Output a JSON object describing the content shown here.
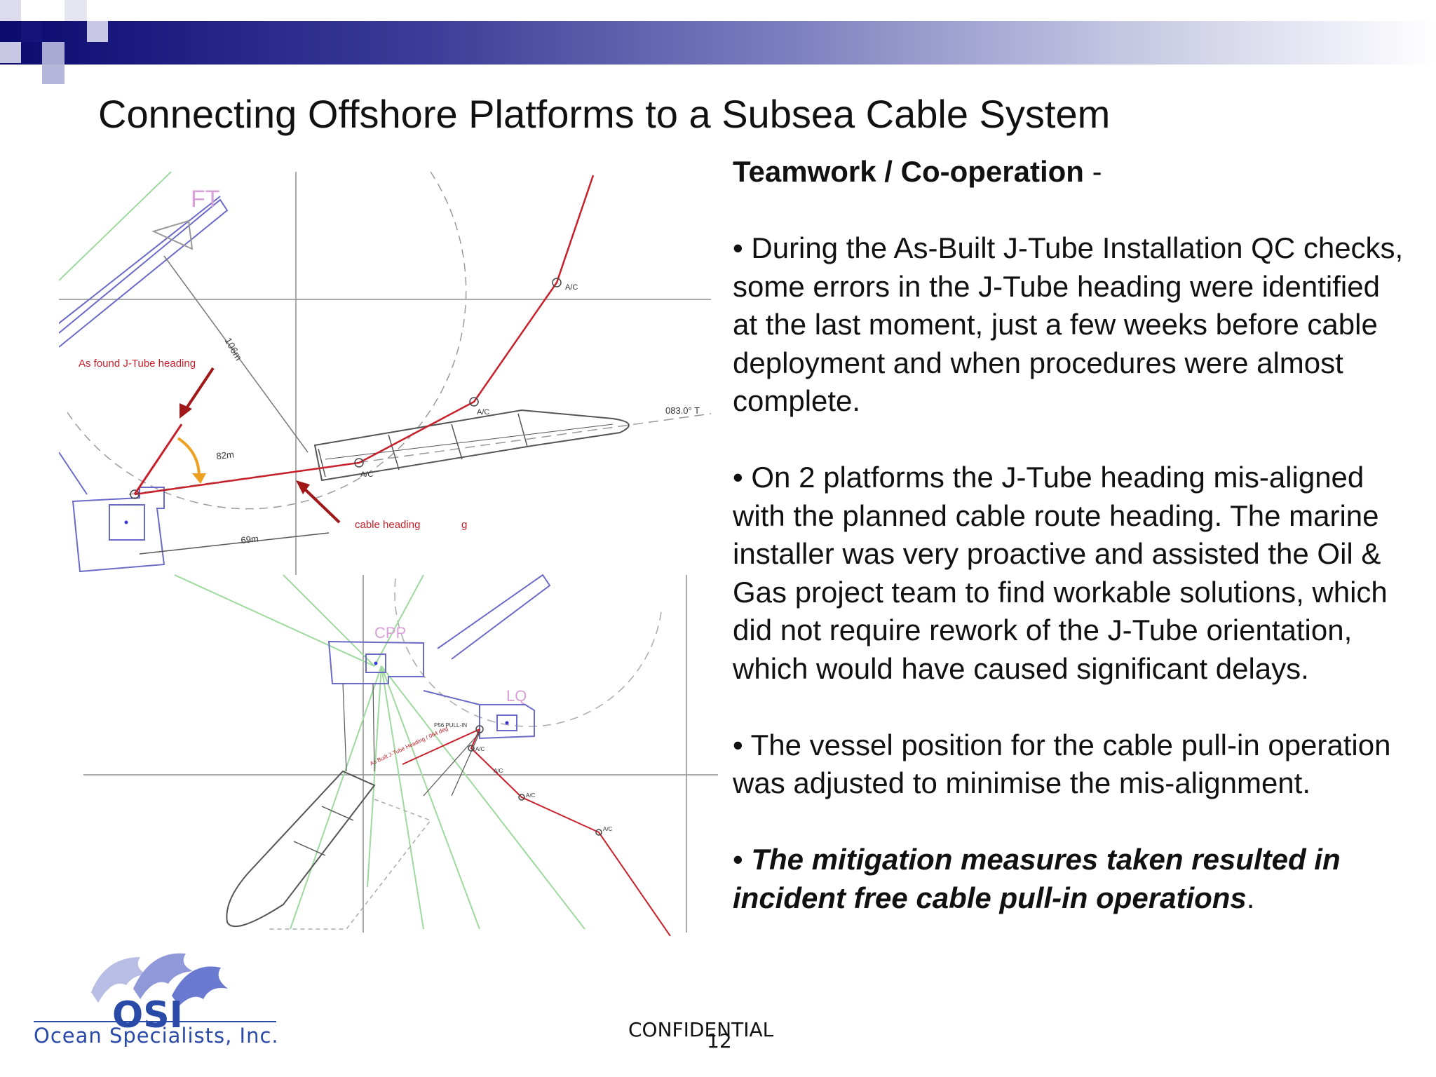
{
  "slide": {
    "title": "Connecting Offshore Platforms to a Subsea Cable System",
    "heading": "Teamwork / Co-operation",
    "heading_suffix": " -",
    "bullets": [
      "•  During the As-Built J-Tube Installation QC checks, some errors in the J-Tube heading were identified at the last moment, just a few weeks before cable deployment and when procedures were almost complete.",
      "• On 2 platforms the J-Tube heading mis-aligned with the planned cable route heading.  The marine installer was very proactive and assisted the Oil & Gas project team to find workable solutions, which did not require rework of the J-Tube orientation, which would have caused significant delays.",
      "• The vessel position for the cable pull-in operation was adjusted to minimise the mis-alignment."
    ],
    "final_bullet_prefix": "• ",
    "final_bullet_emphasis": "The mitigation measures taken resulted in incident free cable pull-in operations",
    "final_bullet_suffix": ".",
    "footer_confidential": "CONFIDENTIAL",
    "page_number": "12"
  },
  "diagram_top": {
    "label_ft": "FT",
    "label_as_found": "As found J-Tube heading",
    "label_cable_heading": "cable heading",
    "label_106m": "106m",
    "label_82m": "82m",
    "label_69m": "69m",
    "label_083": "083.0° T",
    "label_ac1": "A/C",
    "label_ac2": "A/C",
    "label_ac3": "A/C",
    "label_g": "g"
  },
  "diagram_bottom": {
    "label_cpp": "CPP",
    "label_lq": "LQ",
    "label_p56": "P56 PULL-IN",
    "label_ac1": "A/C",
    "label_ac2": "A/C",
    "label_ac3": "A/C",
    "label_ac4": "A/C",
    "label_red_text": "As Built J-Tube Heading / 064 deg"
  },
  "logo": {
    "mark": "OSI",
    "company": "Ocean Specialists, Inc."
  },
  "colors": {
    "band_dark": "#0b0b6e",
    "accent_square": "#14147a",
    "cable_red": "#c8202a",
    "drawing_blue": "#6a6ac8",
    "logo_blue": "#2a4aa8"
  }
}
